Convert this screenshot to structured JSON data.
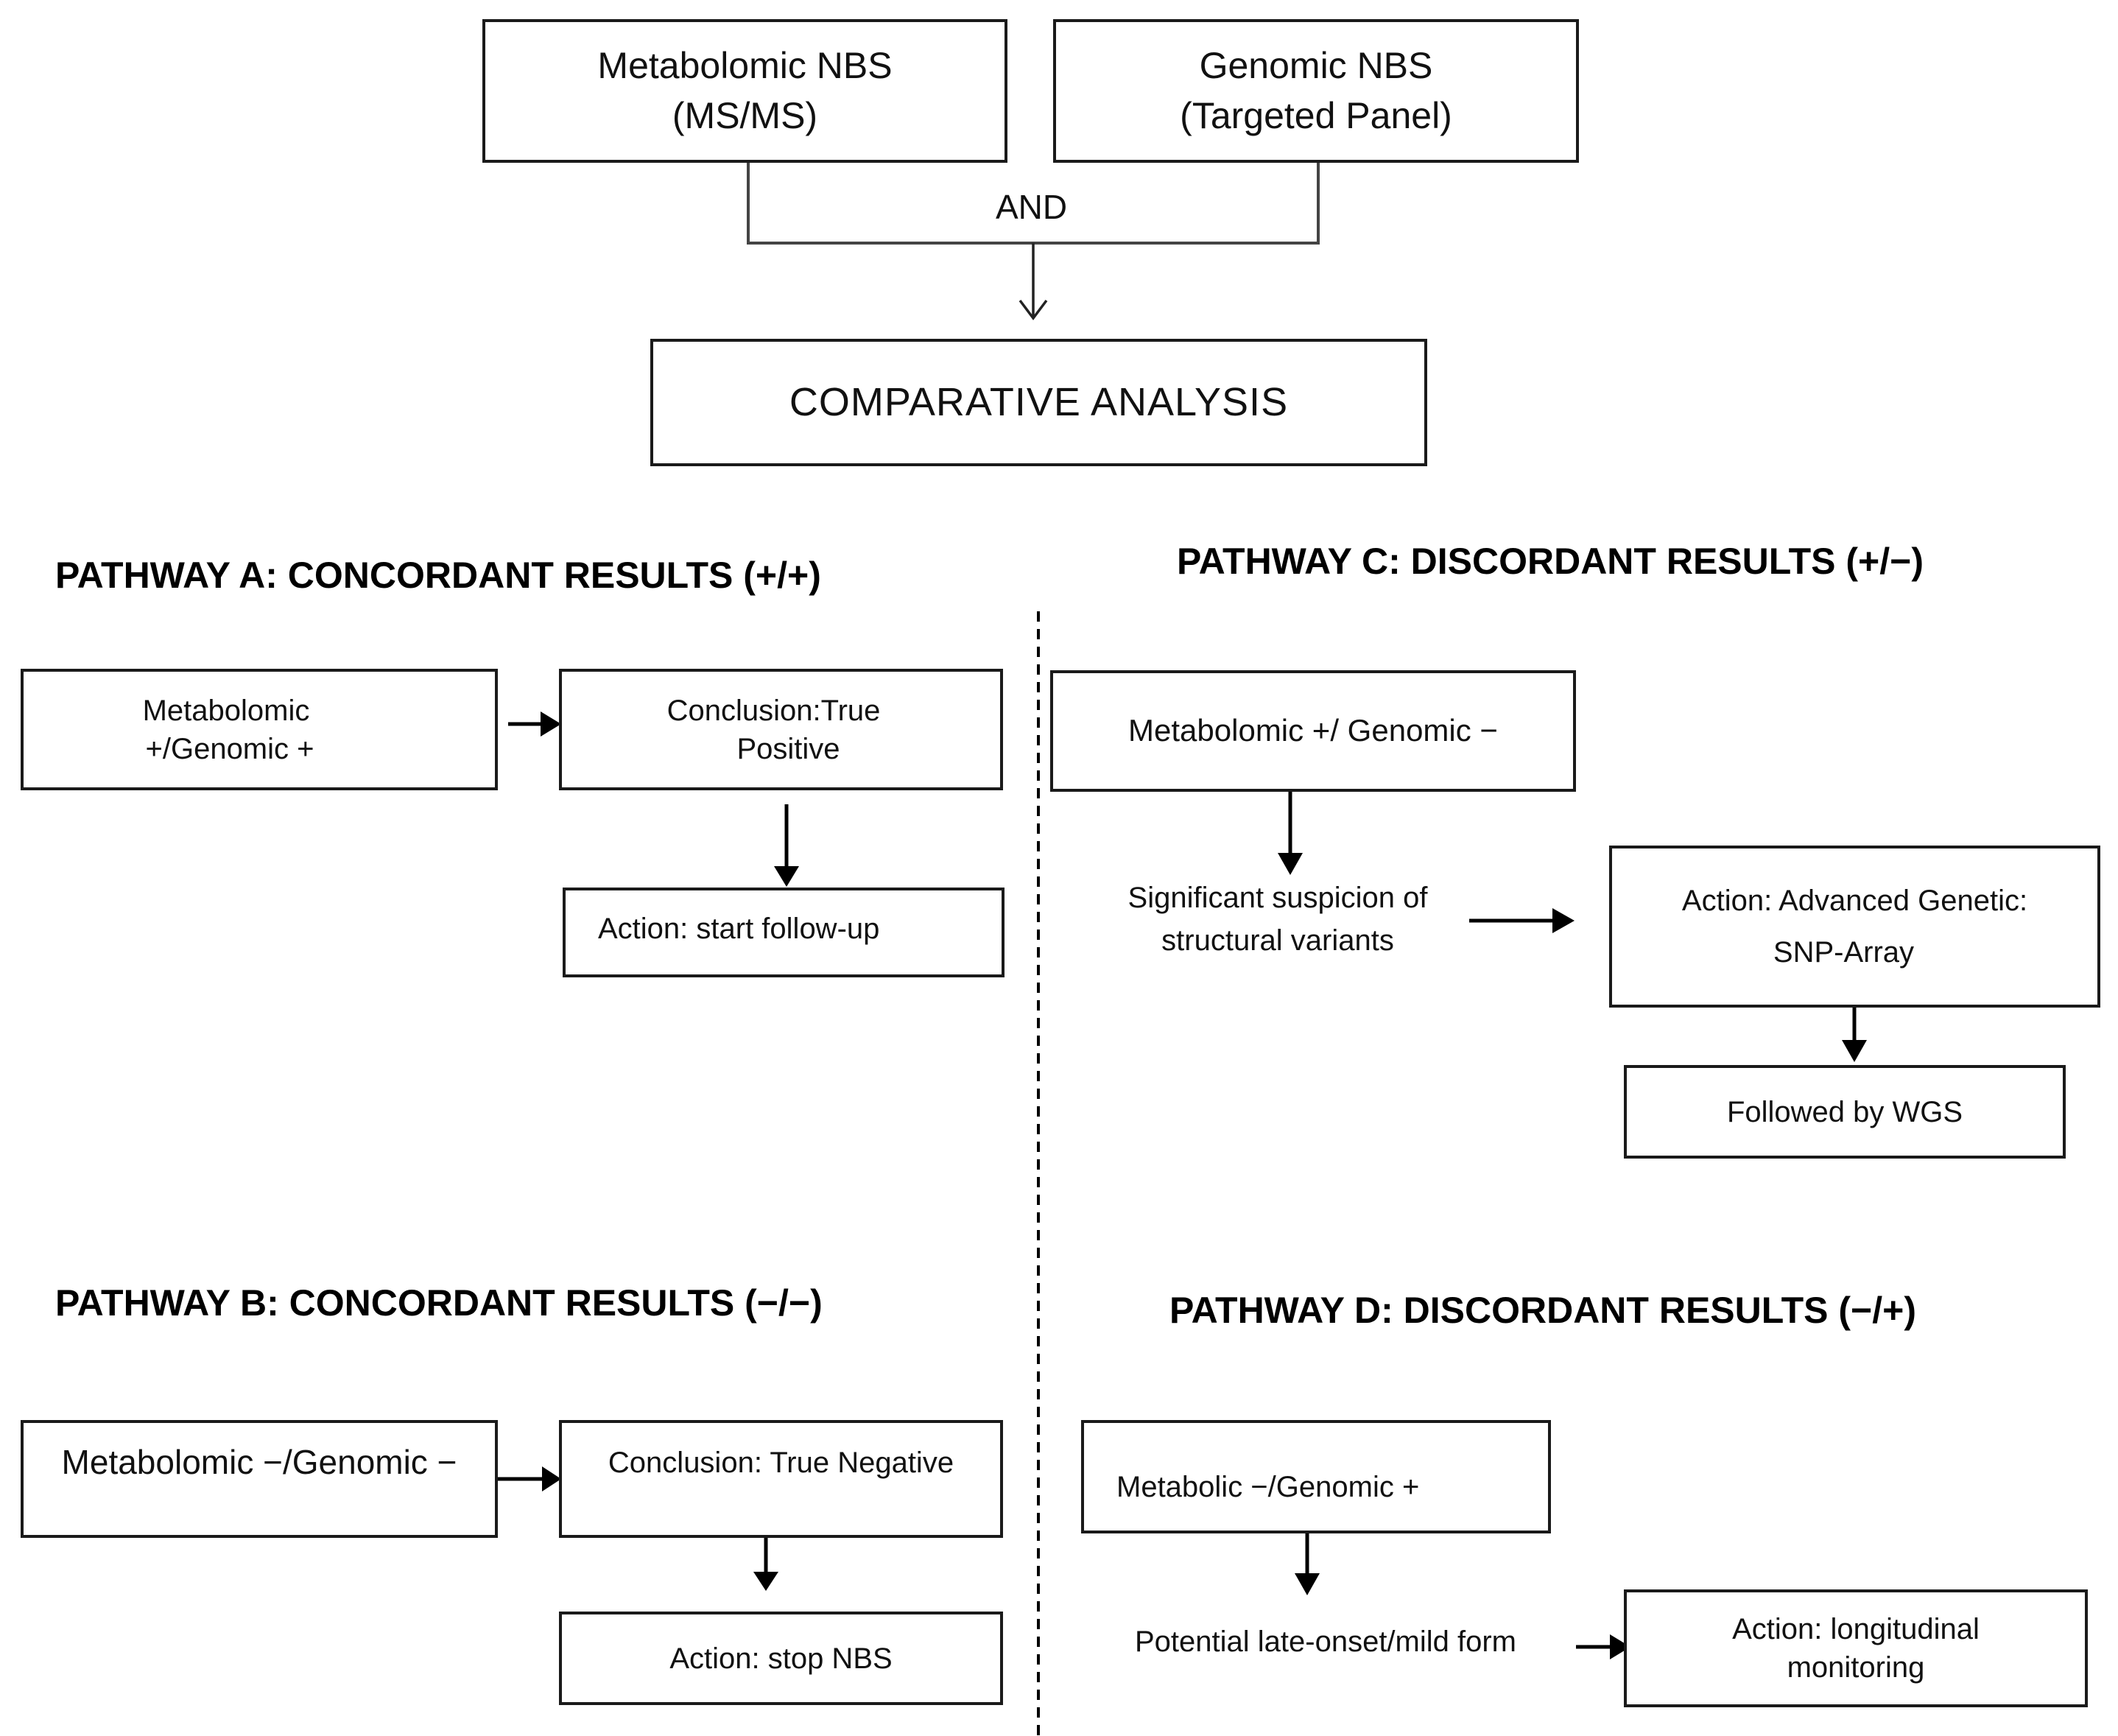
{
  "sources": {
    "metabolomic": [
      "Metabolomic NBS",
      "(MS/MS)"
    ],
    "genomic": [
      "Genomic NBS",
      "(Targeted Panel)"
    ],
    "joiner": "AND"
  },
  "comparative": "COMPARATIVE ANALYSIS",
  "pathway_a": {
    "heading": "PATHWAY A: CONCORDANT RESULTS (+/+)",
    "result": [
      "Metabolomic",
      "+/Genomic +"
    ],
    "conclusion": [
      "Conclusion:True",
      "Positive"
    ],
    "action": "Action: start follow-up"
  },
  "pathway_b": {
    "heading": "PATHWAY B: CONCORDANT RESULTS (−/−)",
    "result": "Metabolomic −/Genomic −",
    "conclusion": "Conclusion: True Negative",
    "action": "Action: stop NBS"
  },
  "pathway_c": {
    "heading": "PATHWAY C: DISCORDANT RESULTS (+/−)",
    "result": "Metabolomic +/ Genomic −",
    "suspicion": [
      "Significant suspicion of",
      "structural variants"
    ],
    "action": [
      "Action: Advanced Genetic:",
      "SNP-Array"
    ],
    "followup": "Followed by WGS"
  },
  "pathway_d": {
    "heading": "PATHWAY D: DISCORDANT RESULTS (−/+)",
    "result": "Metabolic −/Genomic +",
    "potential": "Potential late-onset/mild form",
    "action": [
      "Action: longitudinal",
      "monitoring"
    ]
  }
}
